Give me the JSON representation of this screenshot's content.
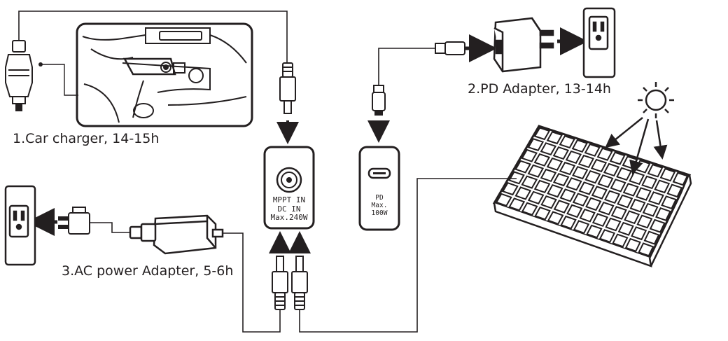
{
  "captions": {
    "car_charger": "1.Car charger, 14-15h",
    "pd_adapter": "2.PD Adapter, 13-14h",
    "ac_adapter": "3.AC power Adapter, 5-6h"
  },
  "mppt_port": {
    "line1": "MPPT IN",
    "line2": "DC IN",
    "line3": "Max.240W"
  },
  "pd_port": {
    "line1": "PD",
    "line2": "Max.",
    "line3": "100W"
  },
  "colors": {
    "ink": "#231f20",
    "background": "#ffffff"
  }
}
